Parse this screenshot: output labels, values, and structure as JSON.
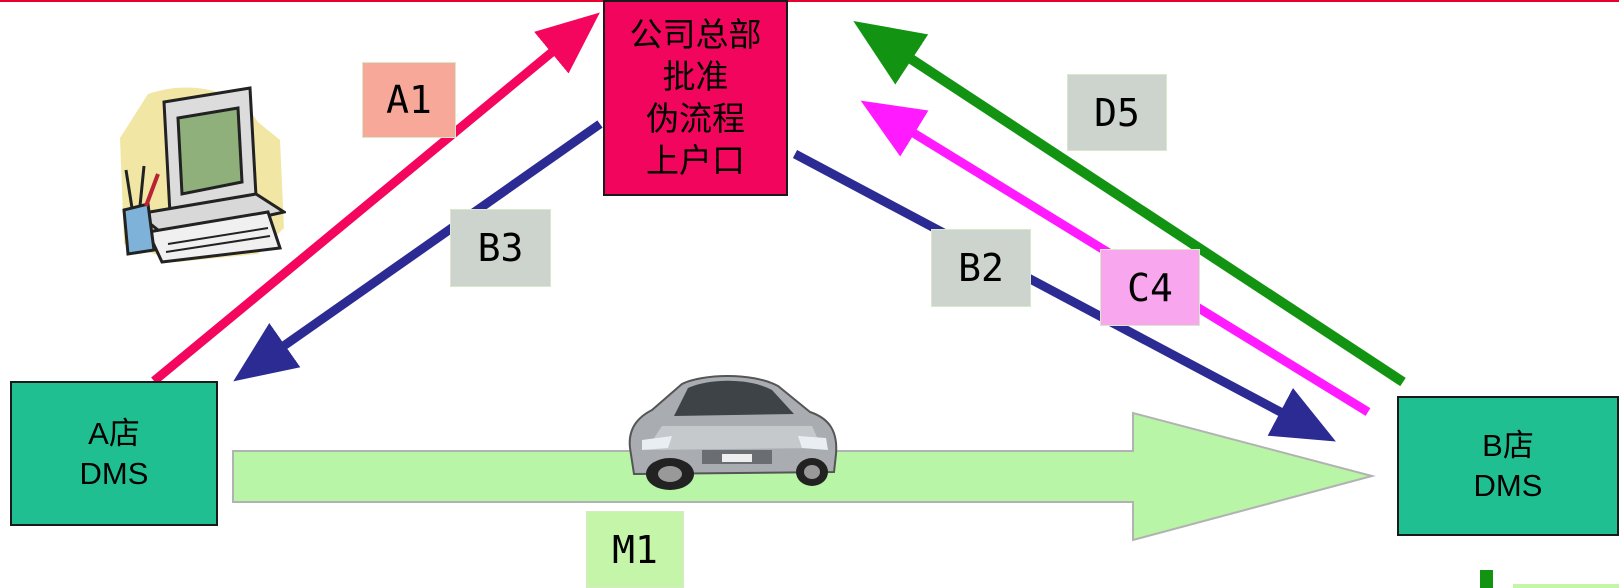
{
  "nodes": {
    "hq": {
      "lines": [
        "公司总部",
        "批准",
        "伪流程",
        "上户口"
      ],
      "fill": "#f2055c"
    },
    "store_a": {
      "lines": [
        "A店",
        "DMS"
      ],
      "fill": "#1fbf92"
    },
    "store_b": {
      "lines": [
        "B店",
        "DMS"
      ],
      "fill": "#1fbf92"
    }
  },
  "tags": {
    "a1": {
      "label": "A1",
      "fill": "#f7a899"
    },
    "b3": {
      "label": "B3",
      "fill": "#cdd3cd"
    },
    "b2": {
      "label": "B2",
      "fill": "#cdd3cd"
    },
    "c4": {
      "label": "C4",
      "fill": "#f8a6ee"
    },
    "d5": {
      "label": "D5",
      "fill": "#cdd3cd"
    },
    "m1": {
      "label": "M1",
      "fill": "#c5f5a9"
    }
  },
  "arrow_colors": {
    "a1": "#f5065e",
    "b3": "#2b2b93",
    "b2": "#2b2b93",
    "c4": "#ff1aff",
    "d5": "#129412",
    "m1": "#b8f5a6"
  },
  "icons": [
    "computer-clipart",
    "car-image"
  ]
}
